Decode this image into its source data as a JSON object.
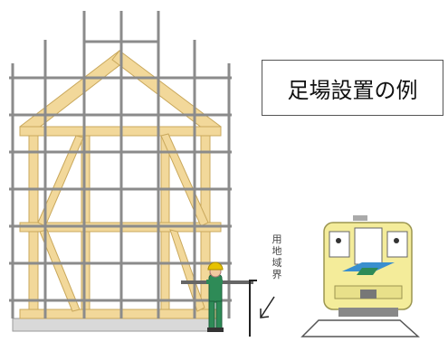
{
  "title": "足場設置の例",
  "boundary_label": [
    "用",
    "地",
    "域",
    "界"
  ],
  "colors": {
    "scaffold_pipe": "#8b8b8b",
    "timber": "#f2d89a",
    "timber_edge": "#c9a85c",
    "train_body": "#f4ec9a",
    "worker_green": "#2e8b57",
    "helmet": "#e6c200"
  },
  "icons": [
    "scaffold-structure",
    "worker-figure",
    "train-front",
    "boundary-arrow-icon"
  ]
}
